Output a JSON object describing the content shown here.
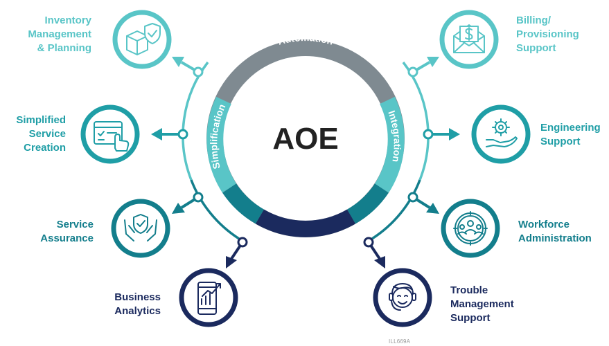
{
  "center": {
    "title": "AOE"
  },
  "ring": {
    "segments": [
      {
        "label": "Automation"
      },
      {
        "label": "Simplification"
      },
      {
        "label": "Integration"
      }
    ]
  },
  "nodes": [
    {
      "id": "inventory",
      "lines": [
        "Inventory",
        "Management",
        "& Planning"
      ],
      "icon": "box-shield-icon",
      "color": "#59c5c7"
    },
    {
      "id": "service-creation",
      "lines": [
        "Simplified",
        "Service",
        "Creation"
      ],
      "icon": "touch-screen-icon",
      "color": "#1f9ea6"
    },
    {
      "id": "assurance",
      "lines": [
        "Service",
        "Assurance"
      ],
      "icon": "hands-shield-icon",
      "color": "#137e8c"
    },
    {
      "id": "analytics",
      "lines": [
        "Business",
        "Analytics"
      ],
      "icon": "phone-chart-icon",
      "color": "#1b2a5e"
    },
    {
      "id": "billing",
      "lines": [
        "Billing/",
        "Provisioning",
        "Support"
      ],
      "icon": "envelope-dollar-icon",
      "color": "#59c5c7"
    },
    {
      "id": "engineering",
      "lines": [
        "Engineering",
        "Support"
      ],
      "icon": "hand-gear-icon",
      "color": "#1f9ea6"
    },
    {
      "id": "workforce",
      "lines": [
        "Workforce",
        "Administration"
      ],
      "icon": "team-gear-icon",
      "color": "#137e8c"
    },
    {
      "id": "trouble",
      "lines": [
        "Trouble",
        "Management",
        "Support"
      ],
      "icon": "headset-agent-icon",
      "color": "#1b2a5e"
    }
  ],
  "footer": {
    "code": "ILL669A"
  }
}
